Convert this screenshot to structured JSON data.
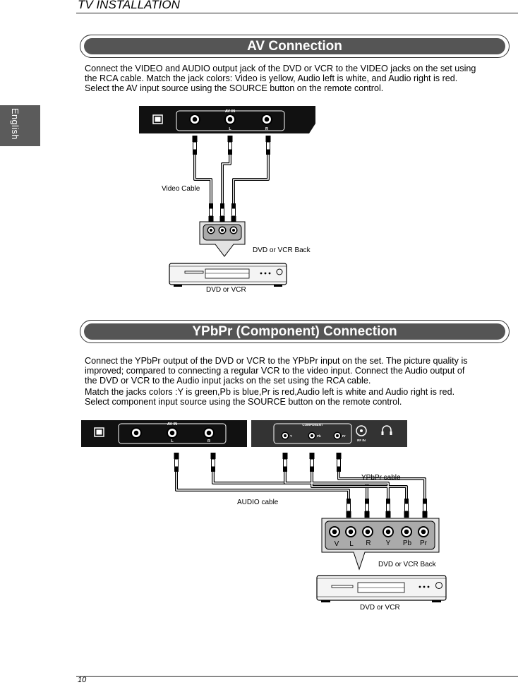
{
  "header": {
    "title": "TV INSTALLATION"
  },
  "side_tab": {
    "label": "English"
  },
  "av": {
    "heading": "AV Connection",
    "lines": [
      "Connect the VIDEO and AUDIO output jack of the DVD or VCR to the VIDEO jacks on the set using",
      "the RCA cable. Match the jack colors: Video is yellow, Audio left is white, and Audio right is red.",
      "Select the AV input source using the SOURCE button on the remote control."
    ],
    "panel": {
      "title": "AV IN",
      "left": "L",
      "right": "R"
    },
    "cable_label": "Video Cable",
    "back_label": "DVD or VCR Back",
    "device_label": "DVD or VCR"
  },
  "ypbpr": {
    "heading": "YPbPr (Component)  Connection",
    "lines": [
      "Connect the YPbPr output of the DVD or VCR to the YPbPr input on the set.  The picture quality is",
      "improved; compared to connecting a regular VCR to the video input. Connect the Audio output of",
      "the DVD or VCR to the Audio input jacks on the set using the RCA cable.",
      "Match the jacks colors :Y is green,Pb is blue,Pr is red,Audio left is white and Audio right is red.",
      "Select component input source using the SOURCE button on the remote control."
    ],
    "panel": {
      "title": "AV IN",
      "left": "L",
      "right": "R"
    },
    "component_panel": {
      "title": "COMPONENT",
      "y": "Y",
      "pb": "Pb",
      "pr": "Pr",
      "rf": "RF IN"
    },
    "ypbpr_cable_label": "YPbPr cable",
    "audio_cable_label": "AUDIO cable",
    "jacks": [
      "V",
      "L",
      "R",
      "Y",
      "Pb",
      "Pr"
    ],
    "back_label": "DVD or VCR Back",
    "device_label": "DVD or VCR"
  },
  "footer": {
    "page_number": "10"
  }
}
